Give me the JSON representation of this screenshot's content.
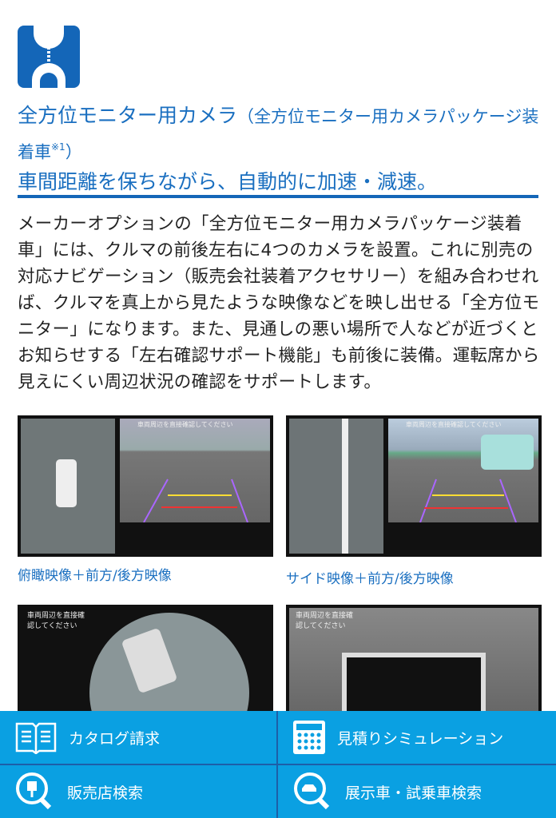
{
  "header": {
    "title_main": "全方位モニター用カメラ",
    "title_sub": "（全方位モニター用カメラパッケージ装着車",
    "title_note": "※1",
    "title_sub_end": "）",
    "tagline": "車間距離を保ちながら、自動的に加速・減速。"
  },
  "body_text": "メーカーオプションの「全方位モニター用カメラパッケージ装着車」には、クルマの前後左右に4つのカメラを設置。これに別売の対応ナビゲーション（販売会社装着アクセサリー）を組み合わせれば、クルマを真上から見たような映像などを映し出せる「全方位モニター」になります。また、見通しの悪い場所で人などが近づくとお知らせする「左右確認サポート機能」も前後に装備。運転席から見えにくい周辺状況の確認をサポートします。",
  "images": [
    {
      "caption": "俯瞰映像＋前方/後方映像",
      "note": "車両周辺を直接確認してください"
    },
    {
      "caption": "サイド映像＋前方/後方映像",
      "note": "車両周辺を直接確認してください"
    },
    {
      "note": "車両周辺を直接確認してください"
    },
    {
      "note": "車両周辺を直接確認してください"
    }
  ],
  "footer": [
    {
      "label": "カタログ請求",
      "icon": "book-icon"
    },
    {
      "label": "見積りシミュレーション",
      "icon": "calculator-icon"
    },
    {
      "label": "販売店検索",
      "icon": "dealer-search-icon"
    },
    {
      "label": "展示車・試乗車検索",
      "icon": "car-search-icon"
    }
  ]
}
